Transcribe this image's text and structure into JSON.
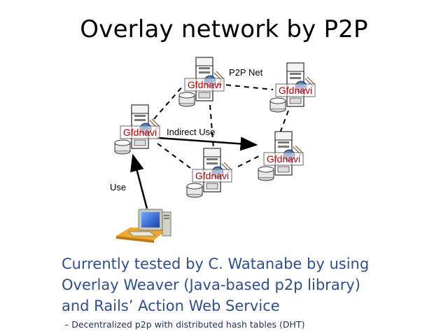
{
  "slide": {
    "title": "Overlay network by P2P",
    "lines": [
      "Currently tested by C. Watanabe by using",
      "Overlay Weaver (Java-based p2p library)",
      "and Rails’ Action Web Service"
    ],
    "sub_bullet": "– Decentralized p2p with distributed hash tables (DHT)"
  },
  "diagram": {
    "node_label": "Gfdnavi",
    "labels": {
      "net": "P2P Net",
      "indirect": "Indirect Use",
      "use": "Use"
    },
    "colors": {
      "node_label": "#c00000",
      "arrow": "#000000",
      "text_blue": "#2e4f8f"
    }
  }
}
